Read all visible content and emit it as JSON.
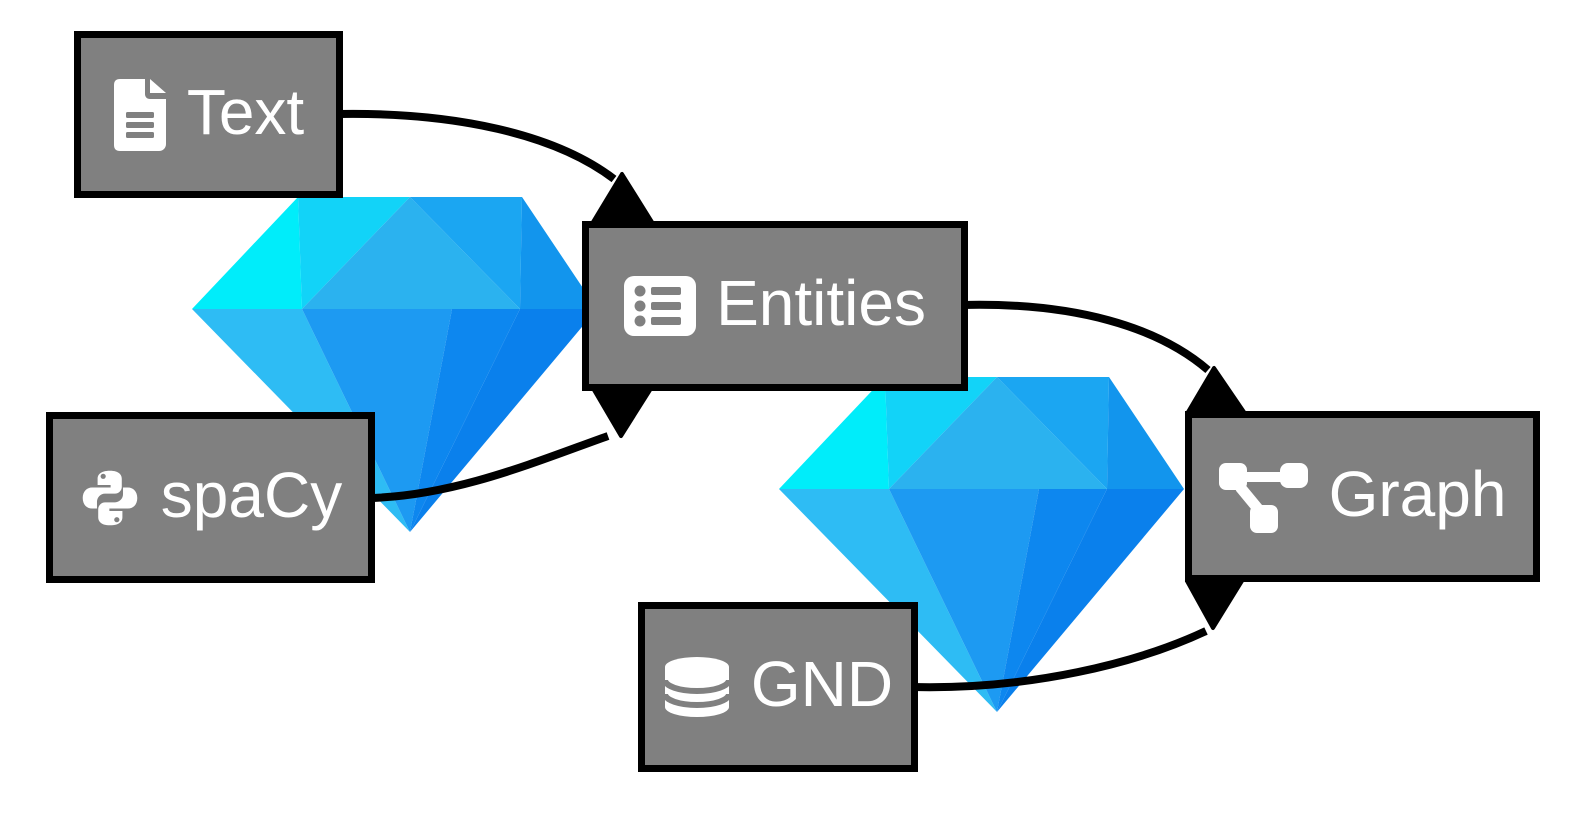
{
  "diagram": {
    "type": "flowchart",
    "direction": "left-to-right",
    "background_color": "#ffffff",
    "node_style": {
      "fill": "#808080",
      "border_color": "#000000",
      "text_color": "#ffffff"
    },
    "edge_color": "#000000",
    "nodes": [
      {
        "id": "text",
        "label": "Text",
        "icon": "file-lines-icon"
      },
      {
        "id": "spacy",
        "label": "spaCy",
        "icon": "python-logo-icon"
      },
      {
        "id": "entities",
        "label": "Entities",
        "icon": "list-box-icon"
      },
      {
        "id": "gnd",
        "label": "GND",
        "icon": "database-icon"
      },
      {
        "id": "graph",
        "label": "Graph",
        "icon": "project-diagram-icon"
      }
    ],
    "edges": [
      {
        "from": "Text",
        "to": "Entities"
      },
      {
        "from": "spaCy",
        "to": "Entities"
      },
      {
        "from": "Entities",
        "to": "Graph"
      },
      {
        "from": "GND",
        "to": "Graph"
      }
    ],
    "decorations": [
      {
        "name": "gem-stone-emoji",
        "position": "between Text/spaCy and Entities"
      },
      {
        "name": "gem-stone-emoji",
        "position": "between Entities/GND and Graph"
      }
    ],
    "gem_colors": {
      "crown_far_left": "#00EDFA",
      "crown_left": "#12D3F8",
      "crown_center": "#2BB2EF",
      "crown_right": "#1BA6F2",
      "crown_far_right": "#1295ED",
      "pavilion_left": "#2EBCF4",
      "pavilion_center_left": "#1D9AF2",
      "pavilion_center_right": "#0D87EF",
      "pavilion_right": "#0A80EC"
    }
  }
}
